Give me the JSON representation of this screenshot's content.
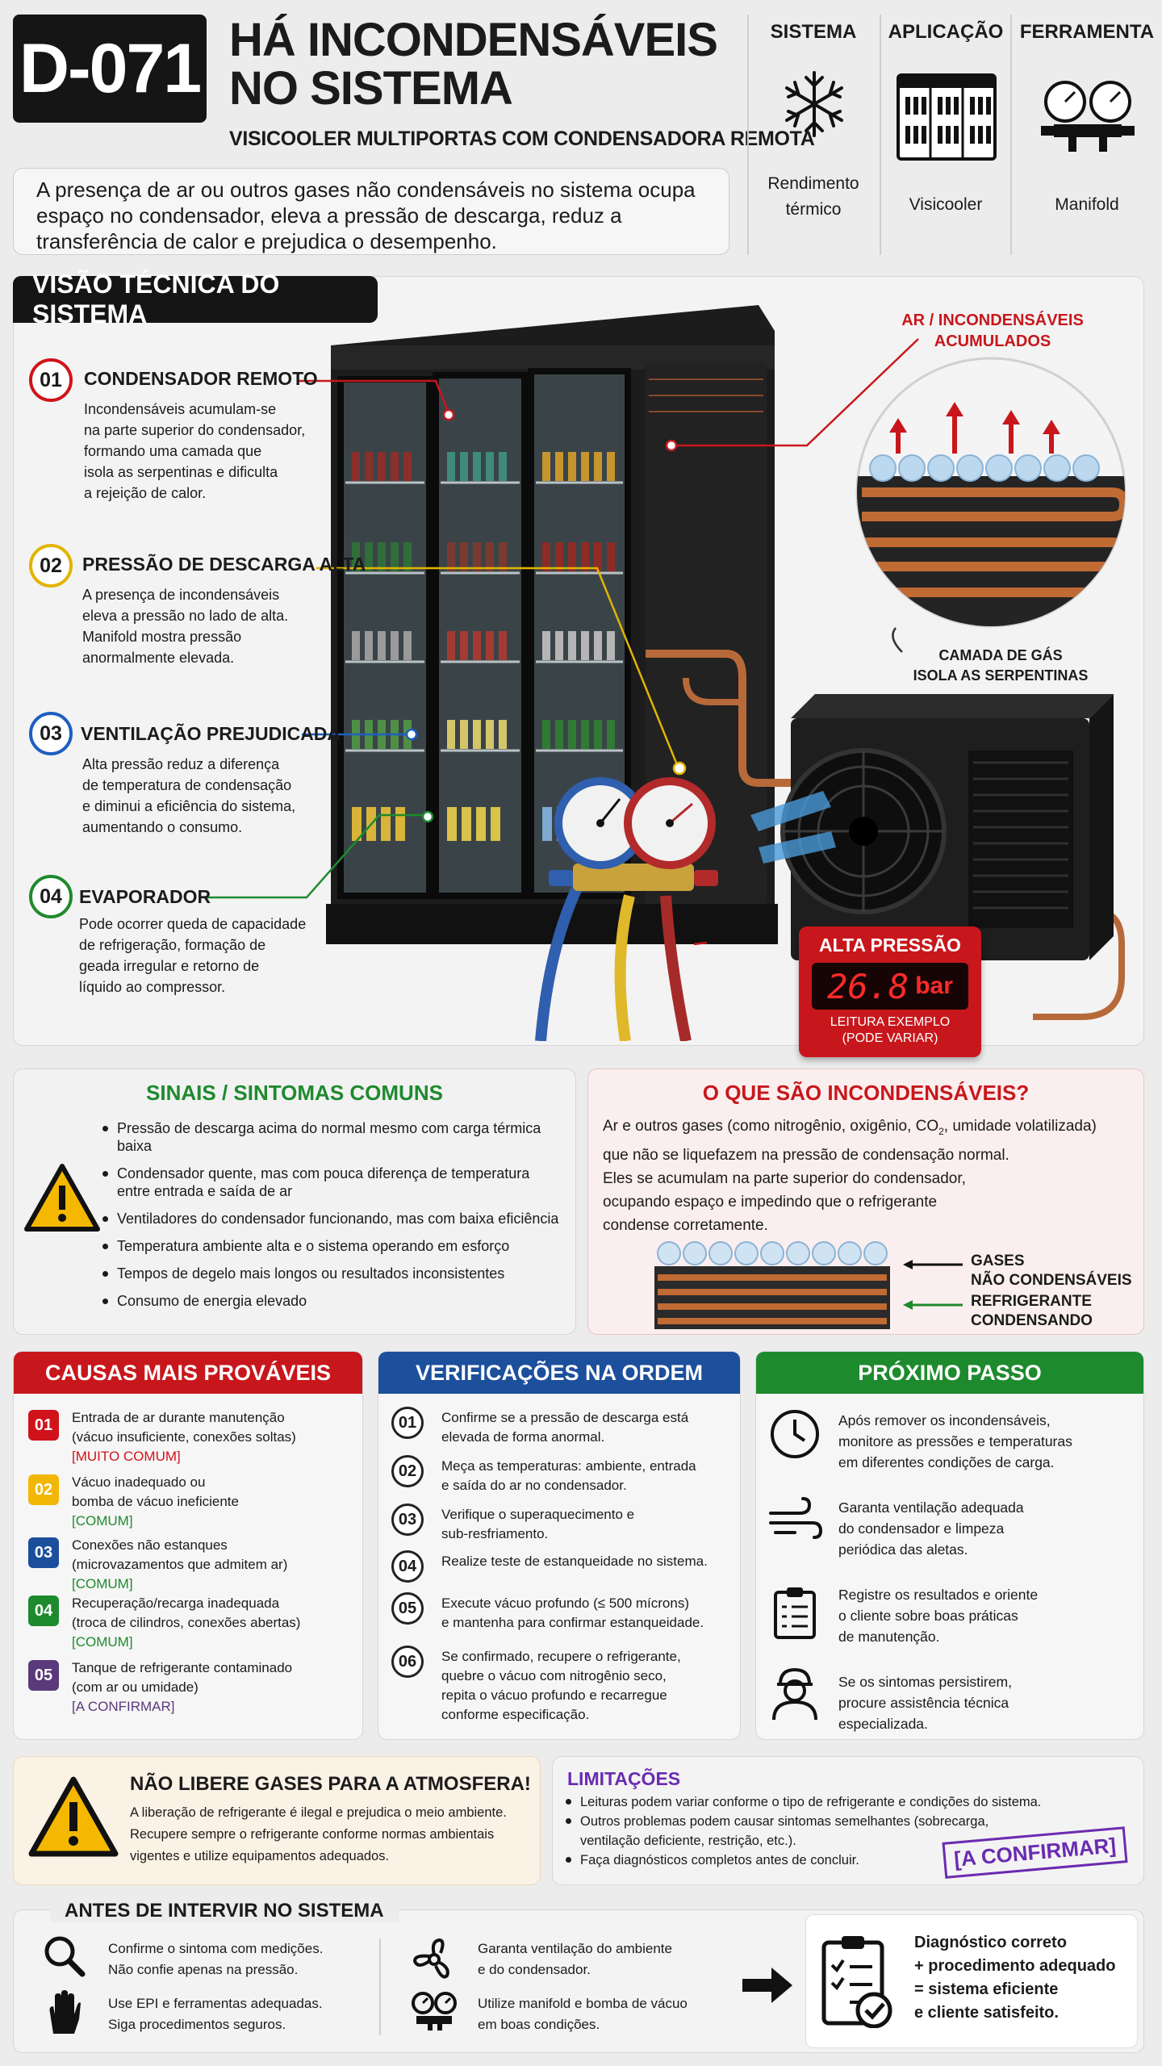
{
  "header": {
    "code": "D-071",
    "title_line1": "HÁ INCONDENSÁVEIS",
    "title_line2": "NO SISTEMA",
    "subtitle": "VISICOOLER MULTIPORTAS COM CONDENSADORA REMOTA",
    "intro": "A presença de ar ou outros gases não condensáveis no sistema ocupa espaço no condensador, eleva a pressão de descarga, reduz a transferência de calor e prejudica o desempenho.",
    "columns": [
      {
        "title": "SISTEMA",
        "icon": "snowflake-icon",
        "caption1": "Rendimento",
        "caption2": "térmico"
      },
      {
        "title": "APLICAÇÃO",
        "icon": "visicooler-icon",
        "caption1": "Visicooler",
        "caption2": ""
      },
      {
        "title": "FERRAMENTA",
        "icon": "manifold-gauge-icon",
        "caption1": "Manifold",
        "caption2": ""
      }
    ]
  },
  "tech": {
    "title": "VISÃO TÉCNICA DO SISTEMA",
    "points": [
      {
        "num": "01",
        "title": "CONDENSADOR REMOTO",
        "desc": [
          "Incondensáveis acumulam-se",
          "na parte superior do condensador,",
          "formando uma camada que",
          "isola as serpentinas e dificulta",
          "a rejeição de calor."
        ]
      },
      {
        "num": "02",
        "title": "PRESSÃO DE DESCARGA ALTA",
        "desc": [
          "A presença de incondensáveis",
          "eleva a pressão no lado de alta.",
          "Manifold mostra pressão",
          "anormalmente elevada."
        ]
      },
      {
        "num": "03",
        "title": "VENTILAÇÃO PREJUDICADA",
        "desc": [
          "Alta pressão reduz a diferença",
          "de temperatura de condensação",
          "e diminui a eficiência do sistema,",
          "aumentando o consumo."
        ]
      },
      {
        "num": "04",
        "title": "EVAPORADOR",
        "desc": [
          "Pode ocorrer queda de capacidade",
          "de refrigeração, formação de",
          "geada irregular e retorno de",
          "líquido ao compressor."
        ]
      }
    ],
    "callout_air1": "AR / INCONDENSÁVEIS",
    "callout_air2": "ACUMULADOS",
    "callout_layer1": "CAMADA DE GÁS",
    "callout_layer2": "ISOLA AS SERPENTINAS",
    "pressure_label": "ALTA PRESSÃO",
    "pressure_value": "26.8",
    "pressure_unit": "bar",
    "pressure_note1": "LEITURA EXEMPLO",
    "pressure_note2": "(PODE VARIAR)"
  },
  "symptoms": {
    "title": "SINAIS / SINTOMAS COMUNS",
    "items": [
      "Pressão de descarga acima do normal mesmo com carga térmica baixa",
      "Condensador quente, mas com pouca diferença de temperatura entre entrada e saída de ar",
      "Ventiladores do condensador funcionando, mas com baixa eficiência",
      "Temperatura ambiente alta e o sistema operando em esforço",
      "Tempos de degelo mais longos ou resultados inconsistentes",
      "Consumo de energia elevado"
    ]
  },
  "what": {
    "title": "O QUE SÃO INCONDENSÁVEIS?",
    "text1": "Ar e outros gases (como nitrogênio, oxigênio, CO",
    "text1_sub": "2",
    "text1_end": ", umidade volatilizada)",
    "lines": [
      "que não se liquefazem na pressão de condensação normal.",
      "Eles se acumulam na parte superior do condensador,",
      "ocupando espaço e impedindo que o refrigerante",
      "condense corretamente."
    ],
    "label_gas1": "GASES",
    "label_gas2": "NÃO CONDENSÁVEIS",
    "label_ref1": "REFRIGERANTE",
    "label_ref2": "CONDENSANDO"
  },
  "causes": {
    "title": "CAUSAS MAIS PROVÁVEIS",
    "items": [
      {
        "num": "01",
        "color": "#d0131a",
        "lines": [
          "Entrada de ar durante manutenção",
          "(vácuo insuficiente, conexões soltas)"
        ],
        "tag": "[MUITO COMUM]",
        "tagcolor": "#d0131a"
      },
      {
        "num": "02",
        "color": "#f2b705",
        "lines": [
          "Vácuo inadequado ou",
          "bomba de vácuo ineficiente"
        ],
        "tag": "[COMUM]",
        "tagcolor": "#1e8a2e"
      },
      {
        "num": "03",
        "color": "#1b4f9c",
        "lines": [
          "Conexões não estanques",
          "(microvazamentos que admitem ar)"
        ],
        "tag": "[COMUM]",
        "tagcolor": "#1e8a2e"
      },
      {
        "num": "04",
        "color": "#1e8a2e",
        "lines": [
          "Recuperação/recarga inadequada",
          "(troca de cilindros, conexões abertas)"
        ],
        "tag": "[COMUM]",
        "tagcolor": "#1e8a2e"
      },
      {
        "num": "05",
        "color": "#5a3a7a",
        "lines": [
          "Tanque de refrigerante contaminado",
          "(com ar ou umidade)"
        ],
        "tag": "[A CONFIRMAR]",
        "tagcolor": "#5a3a7a"
      }
    ]
  },
  "checks": {
    "title": "VERIFICAÇÕES NA ORDEM",
    "items": [
      {
        "num": "01",
        "lines": [
          "Confirme se a pressão de descarga está",
          "elevada de forma anormal."
        ]
      },
      {
        "num": "02",
        "lines": [
          "Meça as temperaturas: ambiente, entrada",
          "e saída do ar no condensador."
        ]
      },
      {
        "num": "03",
        "lines": [
          "Verifique o superaquecimento e",
          "sub-resfriamento."
        ]
      },
      {
        "num": "04",
        "lines": [
          "Realize teste de estanqueidade no sistema."
        ]
      },
      {
        "num": "05",
        "lines": [
          "Execute vácuo profundo (≤ 500 mícrons)",
          "e mantenha para confirmar estanqueidade."
        ]
      },
      {
        "num": "06",
        "lines": [
          "Se confirmado, recupere o refrigerante,",
          "quebre o vácuo com nitrogênio seco,",
          "repita o vácuo profundo e recarregue",
          "conforme especificação."
        ]
      }
    ]
  },
  "next": {
    "title": "PRÓXIMO PASSO",
    "items": [
      {
        "icon": "clock-icon",
        "lines": [
          "Após remover os incondensáveis,",
          "monitore as pressões e temperaturas",
          "em diferentes condições de carga."
        ]
      },
      {
        "icon": "wind-icon",
        "lines": [
          "Garanta ventilação adequada",
          "do condensador e limpeza",
          "periódica das aletas."
        ]
      },
      {
        "icon": "clipboard-icon",
        "lines": [
          "Registre os resultados e oriente",
          "o cliente sobre boas práticas",
          "de manutenção."
        ]
      },
      {
        "icon": "technician-icon",
        "lines": [
          "Se os sintomas persistirem,",
          "procure assistência técnica",
          "especializada."
        ]
      }
    ]
  },
  "warning": {
    "title": "NÃO LIBERE GASES PARA A ATMOSFERA!",
    "lines": [
      "A liberação de refrigerante é ilegal e prejudica o meio ambiente.",
      "Recupere sempre o refrigerante conforme normas ambientais",
      "vigentes e utilize equipamentos adequados."
    ]
  },
  "limits": {
    "title": "LIMITAÇÕES",
    "items": [
      "Leituras podem variar conforme o tipo de refrigerante e condições do sistema.",
      "Outros problemas podem causar sintomas semelhantes (sobrecarga, ventilação deficiente, restrição, etc.).",
      "Faça diagnósticos completos antes de concluir."
    ],
    "stamp": "[A CONFIRMAR]"
  },
  "before": {
    "title": "ANTES DE INTERVIR NO SISTEMA",
    "items": [
      {
        "icon": "magnifier-icon",
        "lines": [
          "Confirme o sintoma com medições.",
          "Não confie apenas na pressão."
        ]
      },
      {
        "icon": "glove-icon",
        "lines": [
          "Use EPI e ferramentas adequadas.",
          "Siga procedimentos seguros."
        ]
      },
      {
        "icon": "fan-icon",
        "lines": [
          "Garanta ventilação do ambiente",
          "e do condensador."
        ]
      },
      {
        "icon": "gauges-icon",
        "lines": [
          "Utilize manifold e bomba de vácuo",
          "em boas condições."
        ]
      }
    ],
    "result": [
      "Diagnóstico correto",
      "+ procedimento adequado",
      "= sistema eficiente",
      "e cliente satisfeito."
    ]
  }
}
